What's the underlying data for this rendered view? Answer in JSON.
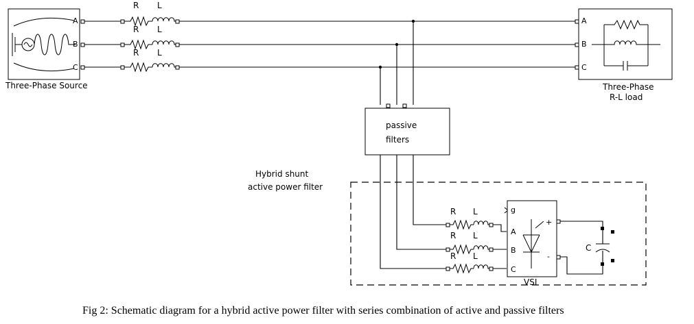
{
  "source": {
    "label": "Three-Phase Source"
  },
  "phases": [
    "A",
    "B",
    "C"
  ],
  "line_impedance": {
    "r_label": "R",
    "l_label": "L"
  },
  "load": {
    "label_line1": "Three-Phase",
    "label_line2": "R-L load"
  },
  "passive": {
    "label_line1": "passive",
    "label_line2": "filters"
  },
  "shunt": {
    "label_line1": "Hybrid shunt",
    "label_line2": "active power filter"
  },
  "vsi": {
    "label": "VSI",
    "gate_label": "g",
    "plus_label": "+",
    "minus_label": "-"
  },
  "dc": {
    "cap_label": "C"
  },
  "caption": "Fig 2: Schematic diagram for a hybrid active power filter with series combination of active and passive filters"
}
